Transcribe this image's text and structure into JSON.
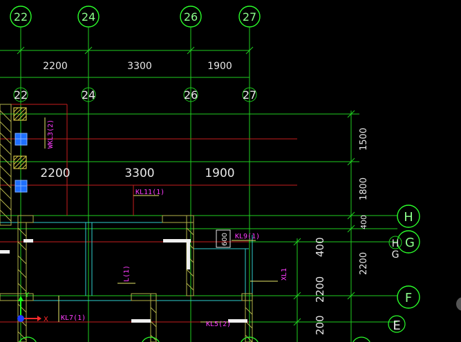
{
  "colors": {
    "background": "#000000",
    "axis_line": "#1fd11f",
    "bubble": "#2bff2b",
    "dim_text": "#e8e8e8",
    "beam_red": "#c81e1e",
    "beam_cyan": "#2fd1d1",
    "beam_label": "#ff3cff",
    "column_blue": "#1e6fff",
    "ucs_x": "#ff2a2a",
    "ucs_y": "#19ff19"
  },
  "axes_top": {
    "bubbles": [
      "22",
      "24",
      "26",
      "27"
    ],
    "labels_row2": [
      "22",
      "24",
      "26",
      "27"
    ]
  },
  "dims_top": [
    "2200",
    "3300",
    "1900"
  ],
  "dims_mid": [
    "2200",
    "3300",
    "1900"
  ],
  "axes_right": {
    "bubbles": [
      "H",
      "G",
      "F",
      "E"
    ],
    "small_labels": [
      "H",
      "G"
    ]
  },
  "dims_right_outer": [
    "1500",
    "1800",
    "400",
    "2200"
  ],
  "dims_right_inner": [
    "400",
    "2200",
    "200"
  ],
  "small_dim": "600",
  "beam_labels": {
    "wkl": "WKL3(2)",
    "kl11": "KL11(1)",
    "kl9": "KL9(1)",
    "l1": "L(1)",
    "xl1": "XL1",
    "kl7": "KL7(1)",
    "kl5": "KL5(2)"
  },
  "ucs": {
    "x": "X",
    "y": "Y"
  },
  "icons": [
    "column-hatched-icon",
    "column-blue-icon",
    "ucs-icon"
  ]
}
